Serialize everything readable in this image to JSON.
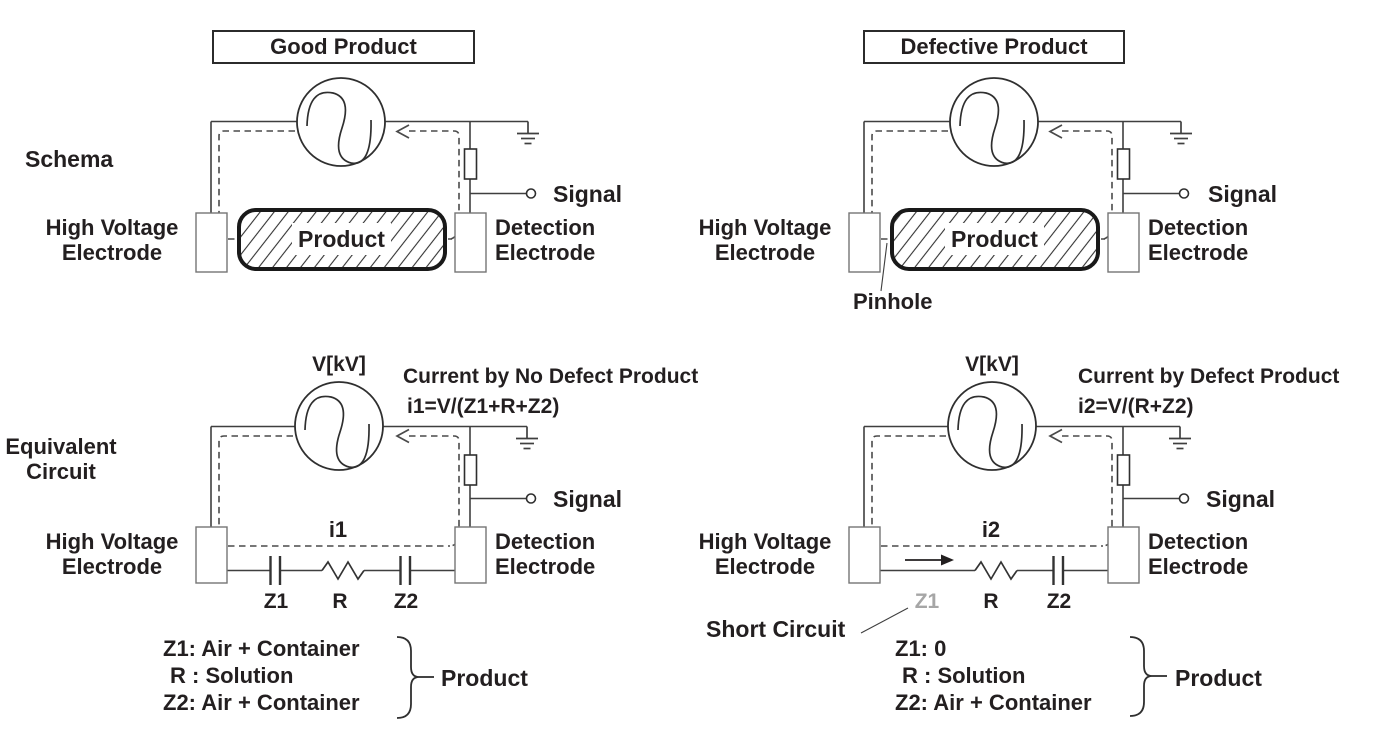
{
  "row_labels": {
    "schema": "Schema",
    "equivalent": "Equivalent\nCircuit"
  },
  "panels": {
    "good": {
      "title": "Good Product",
      "signal": "Signal",
      "hv_electrode": "High Voltage\nElectrode",
      "det_electrode": "Detection\nElectrode",
      "product": "Product"
    },
    "defective": {
      "title": "Defective Product",
      "signal": "Signal",
      "hv_electrode": "High Voltage\nElectrode",
      "det_electrode": "Detection\nElectrode",
      "product": "Product",
      "pinhole": "Pinhole"
    },
    "equiv_good": {
      "source_label": "V[kV]",
      "heading": "Current by No Defect Product",
      "formula": "i1=V/(Z1+R+Z2)",
      "signal": "Signal",
      "hv_electrode": "High Voltage\nElectrode",
      "det_electrode": "Detection\nElectrode",
      "current_label": "i1",
      "z1_label": "Z1",
      "r_label": "R",
      "z2_label": "Z2",
      "legend": [
        "Z1: Air + Container",
        "R : Solution",
        "Z2: Air + Container"
      ],
      "brace_label": "Product"
    },
    "equiv_defect": {
      "source_label": "V[kV]",
      "heading": "Current by Defect Product",
      "formula": "i2=V/(R+Z2)",
      "signal": "Signal",
      "hv_electrode": "High Voltage\nElectrode",
      "det_electrode": "Detection\nElectrode",
      "current_label": "i2",
      "z1_label": "Z1",
      "r_label": "R",
      "z2_label": "Z2",
      "short_circuit": "Short Circuit",
      "legend": [
        "Z1: 0",
        "R : Solution",
        "Z2: Air + Container"
      ],
      "brace_label": "Product"
    }
  },
  "colors": {
    "ink": "#231f20",
    "wire": "#3f3f3f",
    "dashed": "#4a4a4a",
    "electrode_border": "#757575",
    "muted_gray": "#a6a6a6"
  }
}
